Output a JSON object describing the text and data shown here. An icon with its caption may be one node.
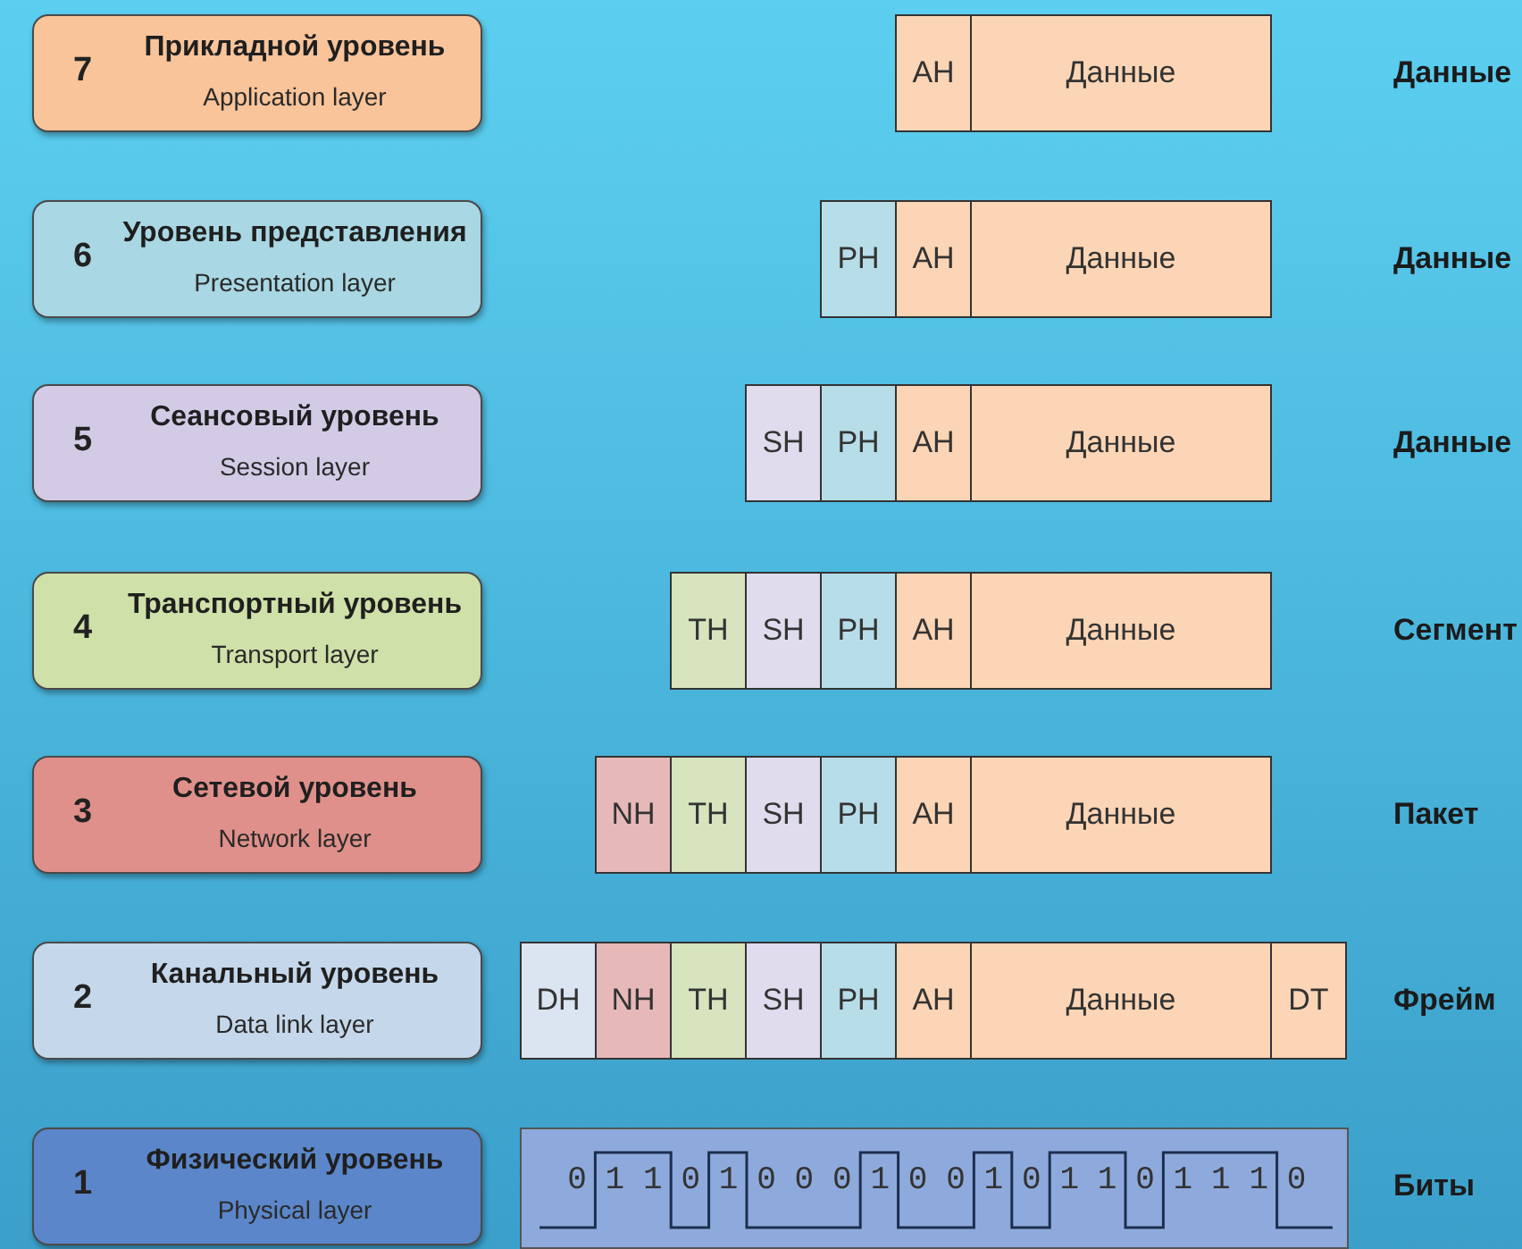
{
  "diagram": {
    "nodes": [
      {
        "text": [
          "7",
          "Прикладной уровень",
          "Application layer"
        ]
      },
      {
        "text": [
          "AH"
        ]
      },
      {
        "text": [
          "Данные"
        ]
      },
      {
        "text": [
          "6",
          "Уровень представления",
          "Presentation layer"
        ]
      },
      {
        "text": [
          "PH"
        ]
      },
      {
        "text": [
          "AH"
        ]
      },
      {
        "text": [
          "Данные"
        ]
      },
      {
        "text": [
          "5",
          "Сеансовый уровень",
          "Session layer"
        ]
      },
      {
        "text": [
          "SH"
        ]
      },
      {
        "text": [
          "PH"
        ]
      },
      {
        "text": [
          "AH"
        ]
      },
      {
        "text": [
          "Данные"
        ]
      },
      {
        "text": [
          "4",
          "Транспортный уровень",
          "Transport layer"
        ]
      },
      {
        "text": [
          "TH"
        ]
      },
      {
        "text": [
          "SH"
        ]
      },
      {
        "text": [
          "PH"
        ]
      },
      {
        "text": [
          "AH"
        ]
      },
      {
        "text": [
          "Данные"
        ]
      },
      {
        "text": [
          "3",
          "Сетевой уровень",
          "Network layer"
        ]
      },
      {
        "text": [
          "NH"
        ]
      },
      {
        "text": [
          "TH"
        ]
      },
      {
        "text": [
          "SH"
        ]
      },
      {
        "text": [
          "PH"
        ]
      },
      {
        "text": [
          "AH"
        ]
      },
      {
        "text": [
          "Данные"
        ]
      },
      {
        "text": [
          "2",
          "Канальный уровень",
          "Data link layer"
        ]
      },
      {
        "text": [
          "DH"
        ]
      },
      {
        "text": [
          "NH"
        ]
      },
      {
        "text": [
          "TH"
        ]
      },
      {
        "text": [
          "SH"
        ]
      },
      {
        "text": [
          "PH"
        ]
      },
      {
        "text": [
          "AH"
        ]
      },
      {
        "text": [
          "Данные"
        ]
      },
      {
        "text": [
          "DT"
        ]
      },
      {
        "text": [
          "1",
          "Физический уровень",
          "Physical layer"
        ]
      },
      {
        "text": [
          "0",
          "1",
          "1",
          "0",
          "1",
          "0",
          "0",
          "0",
          "1",
          "0",
          "0",
          "1",
          "0",
          "1",
          "1",
          "0",
          "1",
          "1",
          "1",
          "0"
        ]
      }
    ],
    "labels": [
      "Данные",
      "Данные",
      "Данные",
      "Сегмент",
      "Пакет",
      "Фрейм",
      "Биты"
    ]
  }
}
